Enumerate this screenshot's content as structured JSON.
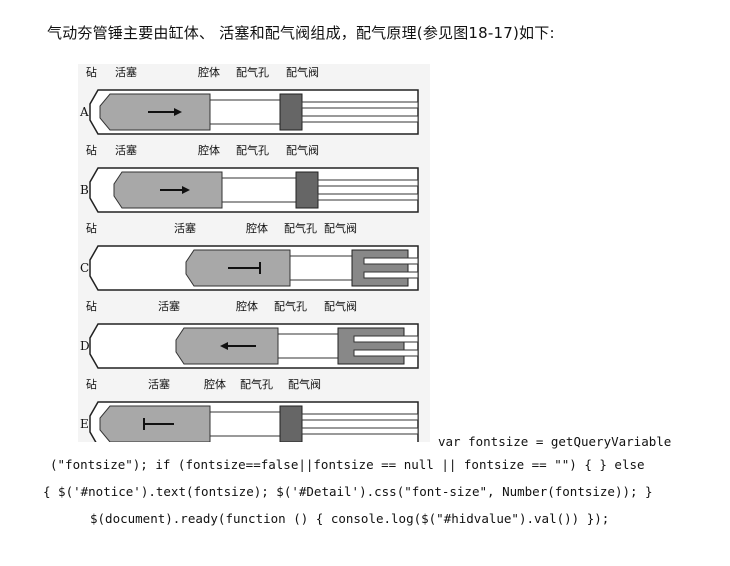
{
  "intro_text": "气动夯管锤主要由缸体、 活塞和配气阀组成，配气原理(参见图18-17)如下:",
  "figure": {
    "rows": [
      {
        "letter": "A",
        "labels": [
          "砧",
          "活塞",
          "腔体",
          "配气孔",
          "配气阀"
        ]
      },
      {
        "letter": "B",
        "labels": [
          "砧",
          "活塞",
          "腔体",
          "配气孔",
          "配气阀"
        ]
      },
      {
        "letter": "C",
        "labels": [
          "砧",
          "活塞",
          "腔体",
          "配气孔",
          "配气阀"
        ]
      },
      {
        "letter": "D",
        "labels": [
          "砧",
          "活塞",
          "腔体",
          "配气孔",
          "配气阀"
        ]
      },
      {
        "letter": "E",
        "labels": [
          "砧",
          "活塞",
          "腔体",
          "配气孔",
          "配气阀"
        ]
      }
    ]
  },
  "code_lines": [
    "var fontsize = getQueryVariable",
    "(\"fontsize\"); if (fontsize==false||fontsize == null || fontsize == \"\") { } else",
    "{ $('#notice').text(fontsize); $('#Detail').css(\"font-size\", Number(fontsize)); }",
    "$(document).ready(function () { console.log($(\"#hidvalue\").val()) });"
  ]
}
